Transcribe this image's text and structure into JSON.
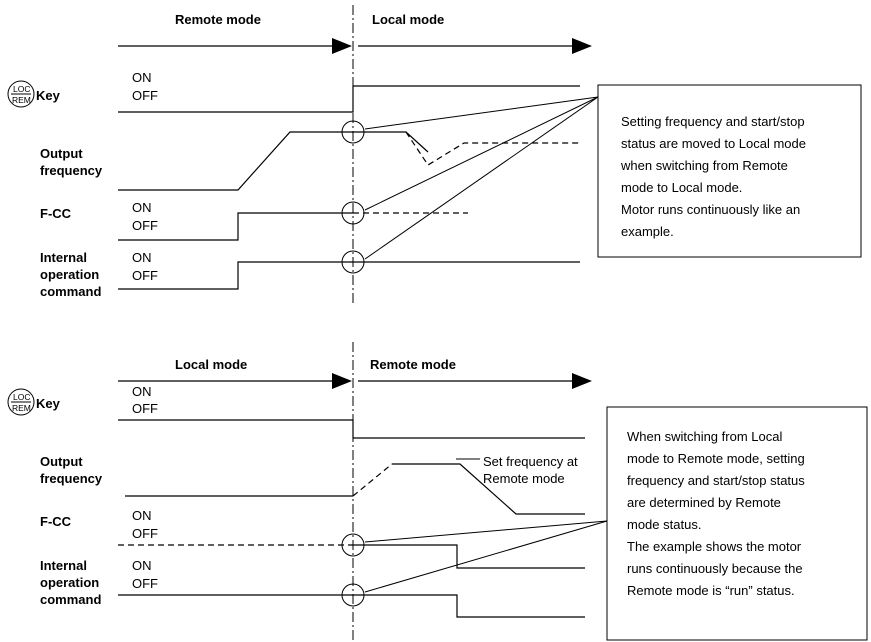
{
  "top": {
    "mode_left": "Remote mode",
    "mode_right": "Local mode",
    "key_icon_top": "LOC",
    "key_icon_bottom": "REM",
    "key_label": "Key",
    "key_on": "ON",
    "key_off": "OFF",
    "output_label_1": "Output",
    "output_label_2": "frequency",
    "fcc_label": "F-CC",
    "fcc_on": "ON",
    "fcc_off": "OFF",
    "internal_label_1": "Internal",
    "internal_label_2": "operation",
    "internal_label_3": "command",
    "internal_on": "ON",
    "internal_off": "OFF",
    "note_lines": [
      "Setting frequency and start/stop",
      "status are moved to Local mode",
      "when switching from Remote",
      "mode to Local mode.",
      "Motor runs continuously like an",
      "example."
    ]
  },
  "bottom": {
    "mode_left": "Local mode",
    "mode_right": "Remote mode",
    "key_icon_top": "LOC",
    "key_icon_bottom": "REM",
    "key_label": "Key",
    "key_on": "ON",
    "key_off": "OFF",
    "output_label_1": "Output",
    "output_label_2": "frequency",
    "set_freq_1": "Set frequency at",
    "set_freq_2": "Remote mode",
    "fcc_label": "F-CC",
    "fcc_on": "ON",
    "fcc_off": "OFF",
    "internal_label_1": "Internal",
    "internal_label_2": "operation",
    "internal_label_3": "command",
    "internal_on": "ON",
    "internal_off": "OFF",
    "note_lines": [
      "When switching from Local",
      "mode to Remote mode, setting",
      "frequency and start/stop status",
      "are determined by Remote",
      "mode status.",
      "The example shows the motor",
      "runs continuously because the",
      "Remote mode is “run” status."
    ]
  }
}
